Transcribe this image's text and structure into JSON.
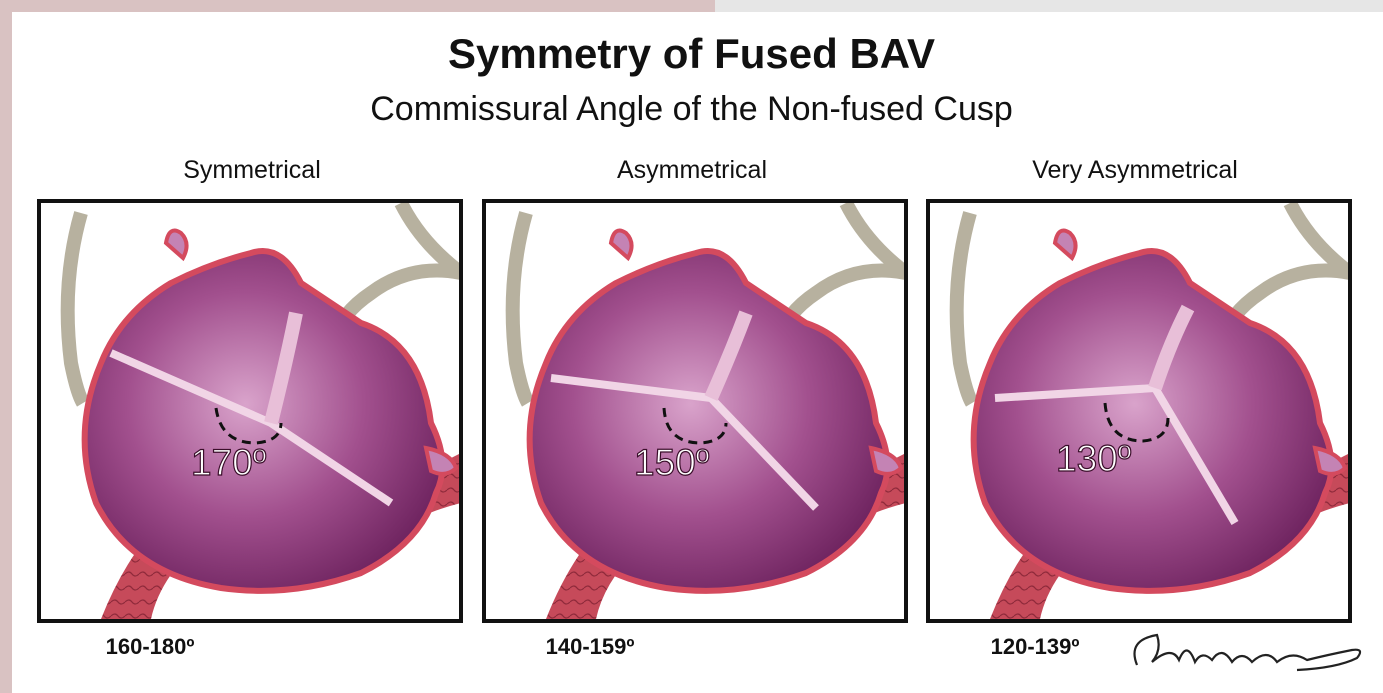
{
  "title": "Symmetry of Fused BAV",
  "subtitle": "Commissural Angle of the Non-fused Cusp",
  "panels": [
    {
      "label": "Symmetrical",
      "angle": "170º",
      "range": "160-180º",
      "angle_deg": 170
    },
    {
      "label": "Asymmetrical",
      "angle": "150º",
      "range": "140-159º",
      "angle_deg": 150
    },
    {
      "label": "Very Asymmetrical",
      "angle": "130º",
      "range": "120-139º",
      "angle_deg": 130
    }
  ],
  "signature": "Clingman",
  "colors": {
    "valve_outline": "#d44a5e",
    "cusp": "#8e3b7a",
    "cusp_light": "#c483b4",
    "vessel": "#c8505e",
    "aorta_wall": "#b7b19f"
  }
}
